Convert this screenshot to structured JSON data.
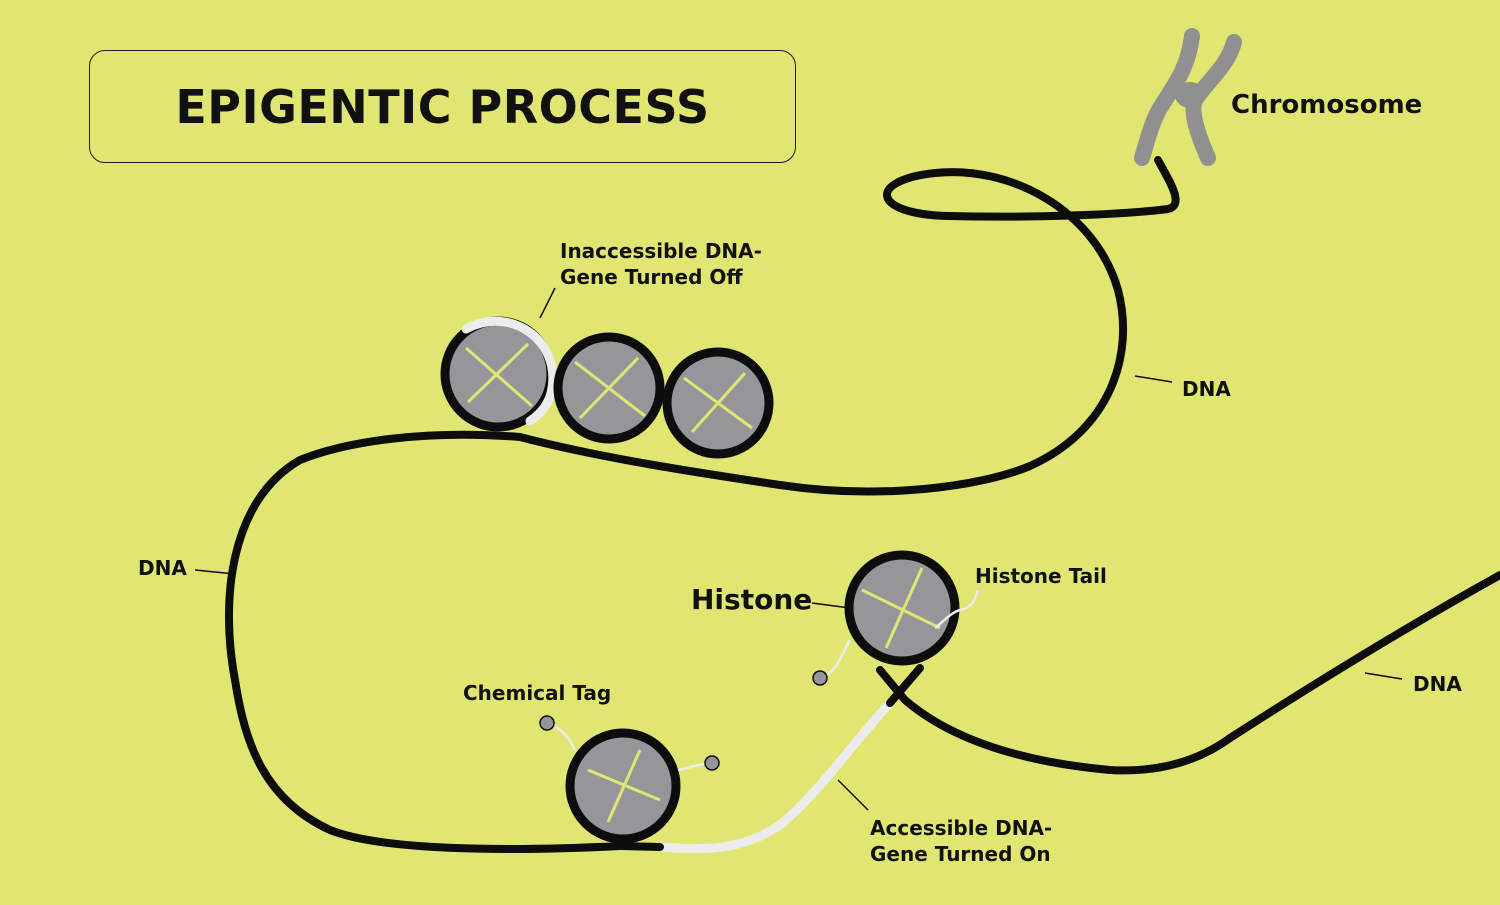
{
  "title": "EPIGENTIC PROCESS",
  "labels": {
    "chromosome": "Chromosome",
    "inaccessible_line1": "Inaccessible  DNA-",
    "inaccessible_line2": "Gene Turned Off",
    "dna": "DNA",
    "histone": "Histone",
    "histone_tail": "Histone Tail",
    "chemical_tag": "Chemical Tag",
    "accessible_line1": "Accessible DNA-",
    "accessible_line2": "Gene Turned On"
  },
  "colors": {
    "background": "#e1e673",
    "dna_strand": "#0d0d0d",
    "accessible_dna": "#ececec",
    "histone_fill": "#96969a",
    "histone_cross": "#dfe673",
    "chromosome": "#909090"
  }
}
